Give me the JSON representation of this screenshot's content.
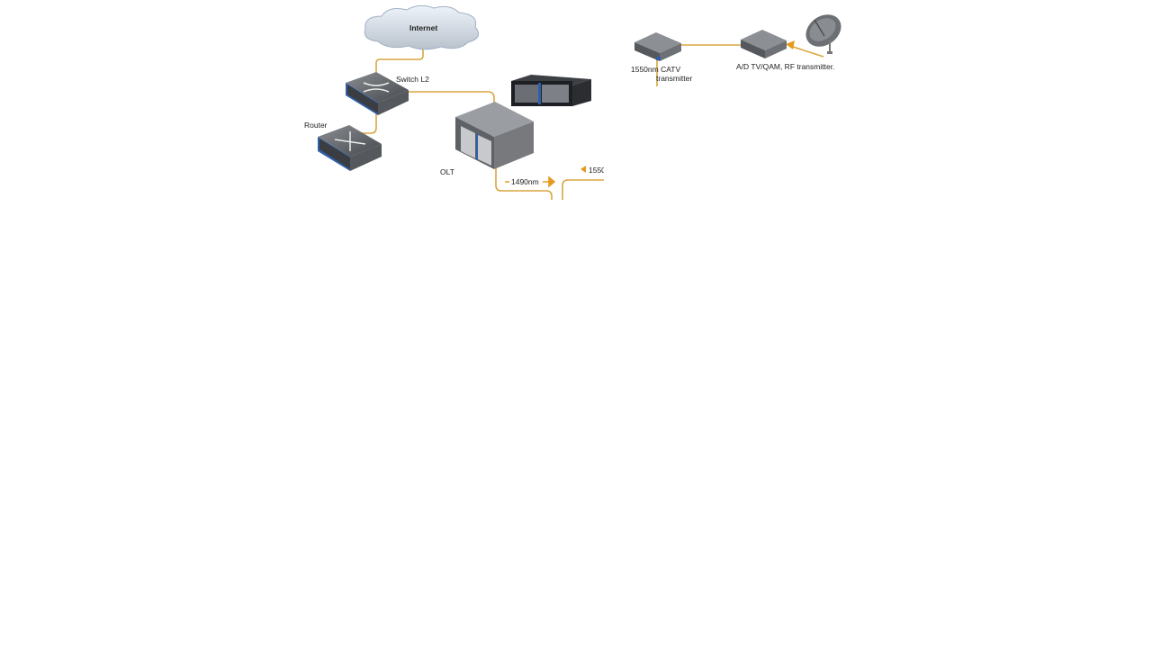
{
  "diagram": {
    "nodes": {
      "internet": "Internet",
      "switch": "Switch L2",
      "router": "Router",
      "olt": "OLT",
      "catv_line1": "1550nm CATV",
      "catv_line2": "transmitter",
      "rf_transmitter": "A/D TV/QAM, RF transmitter."
    },
    "wavelengths": {
      "downstream_data": "1490nm",
      "downstream_video": "1550"
    },
    "colors": {
      "fiber": "#d9a640",
      "arrow": "#e59a1e",
      "device_body": "#6f7276",
      "port_strip": "#2f5fa8"
    }
  }
}
